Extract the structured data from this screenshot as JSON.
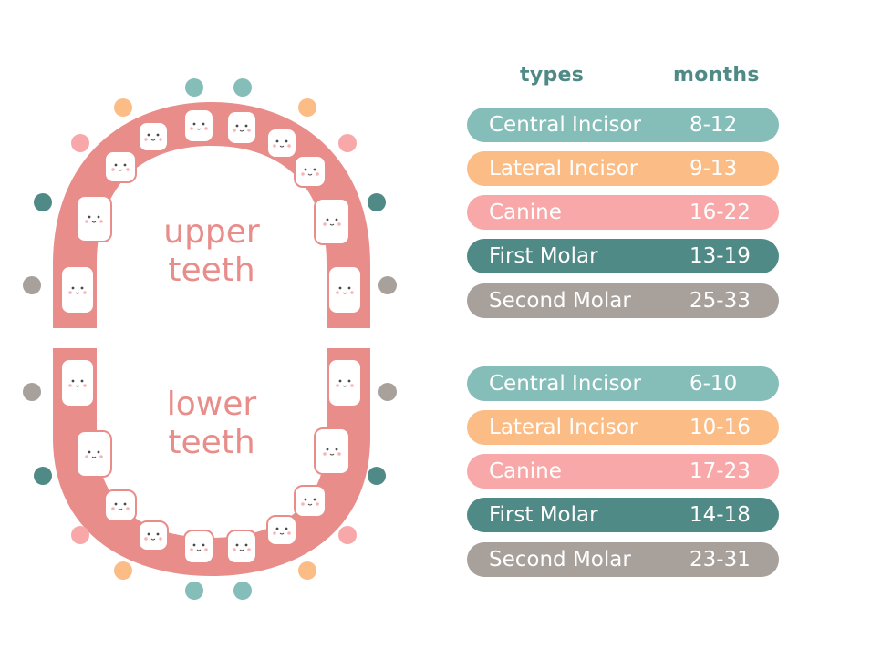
{
  "labels": {
    "upper_line1": "upper",
    "upper_line2": "teeth",
    "lower_line1": "lower",
    "lower_line2": "teeth"
  },
  "headers": {
    "types": "types",
    "months": "months"
  },
  "colors": {
    "central": "#85bdb8",
    "lateral": "#fbbd85",
    "canine": "#f8a8a8",
    "first_molar": "#4f8a86",
    "second_molar": "#a7a09b",
    "gum": "#e88d8a",
    "header": "#4f8a86"
  },
  "upper": [
    {
      "type": "Central Incisor",
      "months": "8-12",
      "color_key": "central"
    },
    {
      "type": "Lateral Incisor",
      "months": "9-13",
      "color_key": "lateral"
    },
    {
      "type": "Canine",
      "months": "16-22",
      "color_key": "canine"
    },
    {
      "type": "First Molar",
      "months": "13-19",
      "color_key": "first_molar"
    },
    {
      "type": "Second Molar",
      "months": "25-33",
      "color_key": "second_molar"
    }
  ],
  "lower": [
    {
      "type": "Central Incisor",
      "months": "6-10",
      "color_key": "central"
    },
    {
      "type": "Lateral Incisor",
      "months": "10-16",
      "color_key": "lateral"
    },
    {
      "type": "Canine",
      "months": "17-23",
      "color_key": "canine"
    },
    {
      "type": "First Molar",
      "months": "14-18",
      "color_key": "first_molar"
    },
    {
      "type": "Second Molar",
      "months": "23-31",
      "color_key": "second_molar"
    }
  ],
  "tooth_order": [
    "second_molar",
    "first_molar",
    "canine",
    "lateral",
    "central",
    "central",
    "lateral",
    "canine",
    "first_molar",
    "second_molar"
  ]
}
